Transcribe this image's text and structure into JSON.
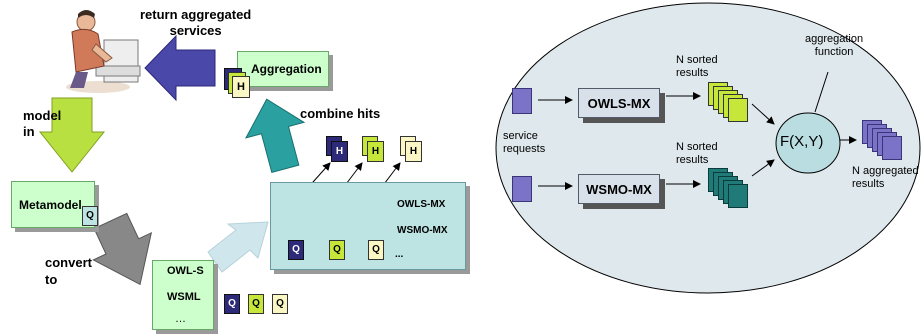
{
  "left": {
    "return_label": "return aggregated\nservices",
    "aggregation_label": "Aggregation",
    "aggregation_doc_letter": "H",
    "model_in_label": "model\nin",
    "metamodel_label": "Metamodel",
    "metamodel_doc_letter": "Q",
    "convert_to_label": "convert\nto",
    "formats": [
      "OWL-S",
      "WSML",
      "…"
    ],
    "query_letter": "Q",
    "combine_hits_label": "combine hits",
    "hit_letter": "H",
    "matchers": [
      "OWLS-MX",
      "WSMO-MX"
    ],
    "ellipsis": "..."
  },
  "right": {
    "service_requests_label": "service\nrequests",
    "owls_mx_label": "OWLS-MX",
    "wsmo_mx_label": "WSMO-MX",
    "sorted_top_label": "N sorted\nresults",
    "sorted_bottom_label": "N sorted\nresults",
    "aggregation_function_label": "aggregation\nfunction",
    "function_label": "F(X,Y)",
    "aggregated_results_label": "N aggregated\nresults"
  },
  "colors": {
    "navy": "#2e2a7a",
    "lime": "#c6e63a",
    "cream": "#fbf7c4",
    "teal": "#1f7a78",
    "doc_blue": "#7b73c8"
  }
}
